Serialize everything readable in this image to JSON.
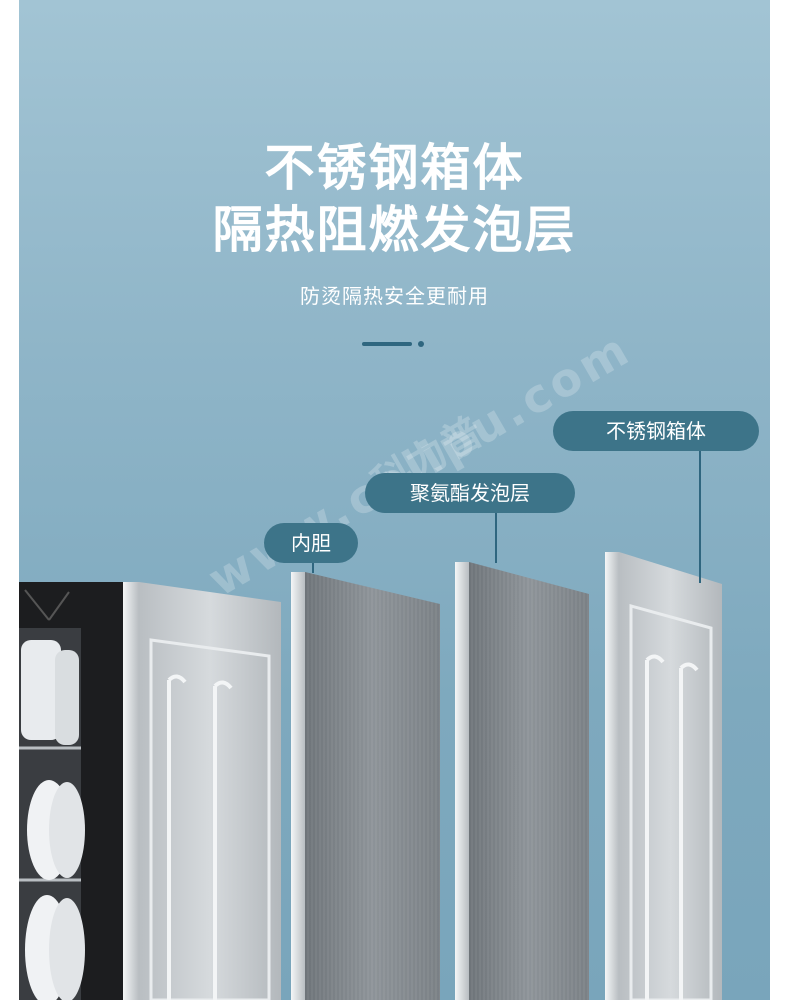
{
  "headline": {
    "line1": "不锈钢箱体",
    "line2": "隔热阻燃发泡层"
  },
  "subtitle": "防烫隔热安全更耐用",
  "layers": [
    {
      "label": "内胆"
    },
    {
      "label": "聚氨酯发泡层"
    },
    {
      "label": "不锈钢箱体"
    }
  ],
  "watermark": {
    "text": "www.colipu.com",
    "brand": "科力普"
  },
  "colors": {
    "background": "#8fb5c8",
    "label_pill": "#3d7489",
    "accent_line": "#2f667f"
  }
}
